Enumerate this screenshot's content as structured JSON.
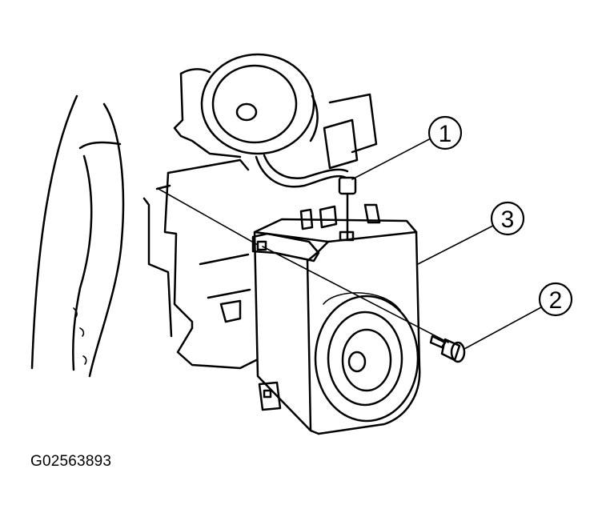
{
  "figure_id": "G02563893",
  "callouts": [
    {
      "number": "1",
      "part": "connector"
    },
    {
      "number": "2",
      "part": "bolt"
    },
    {
      "number": "3",
      "part": "speaker-enclosure"
    }
  ],
  "colors": {
    "ink": "#000000",
    "background": "#ffffff"
  }
}
